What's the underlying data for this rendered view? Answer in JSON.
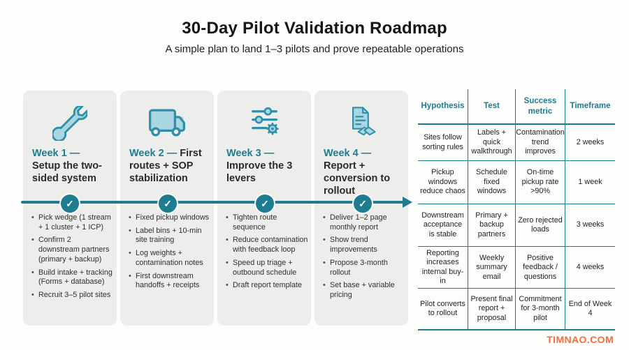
{
  "header": {
    "title": "30-Day Pilot Validation Roadmap",
    "subtitle": "A simple plan to land 1–3 pilots and prove repeatable operations"
  },
  "weeks": [
    {
      "label": "Week 1 —",
      "title": "Setup the two-sided system",
      "icon": "wrench-icon",
      "bullets": [
        "Pick wedge (1 stream + 1 cluster + 1 ICP)",
        "Confirm 2 downstream partners (primary + backup)",
        "Build intake + tracking (Forms + database)",
        "Recruit 3–5 pilot sites"
      ]
    },
    {
      "label": "Week 2 —",
      "title": "First routes + SOP stabilization",
      "icon": "truck-icon",
      "bullets": [
        "Fixed pickup windows",
        "Label bins + 10-min site training",
        "Log weights + contamination notes",
        "First downstream handoffs + receipts"
      ]
    },
    {
      "label": "Week 3 —",
      "title": "Improve the 3 levers",
      "icon": "sliders-icon",
      "bullets": [
        "Tighten route sequence",
        "Reduce contamination with feedback loop",
        "Speed up triage + outbound schedule",
        "Draft report template"
      ]
    },
    {
      "label": "Week 4 —",
      "title": "Report + conversion to rollout",
      "icon": "report-handshake-icon",
      "bullets": [
        "Deliver 1–2 page monthly report",
        "Show trend improvements",
        "Propose 3-month rollout",
        "Set base + variable pricing"
      ]
    }
  ],
  "timeline": {
    "checkmark": "✓"
  },
  "table": {
    "headers": [
      "Hypothesis",
      "Test",
      "Success metric",
      "Timeframe"
    ],
    "rows": [
      [
        "Sites follow sorting rules",
        "Labels + quick walkthrough",
        "Contamination trend improves",
        "2 weeks"
      ],
      [
        "Pickup windows reduce chaos",
        "Schedule fixed windows",
        "On-time pickup rate >90%",
        "1 week"
      ],
      [
        "Downstream acceptance is stable",
        "Primary + backup partners",
        "Zero rejected loads",
        "3 weeks"
      ],
      [
        "Reporting increases internal buy-in",
        "Weekly summary email",
        "Positive feedback / questions",
        "4 weeks"
      ],
      [
        "Pilot converts to rollout",
        "Present final report + proposal",
        "Commitment for 3-month pilot",
        "End of Week 4"
      ]
    ]
  },
  "watermark": "TIMNAO.COM",
  "colors": {
    "teal": "#1F7C90",
    "icon_stroke": "#2E8FA6",
    "icon_fill": "#A9D6E3",
    "card_bg": "#EDEDEB",
    "orange": "#F2703A"
  }
}
